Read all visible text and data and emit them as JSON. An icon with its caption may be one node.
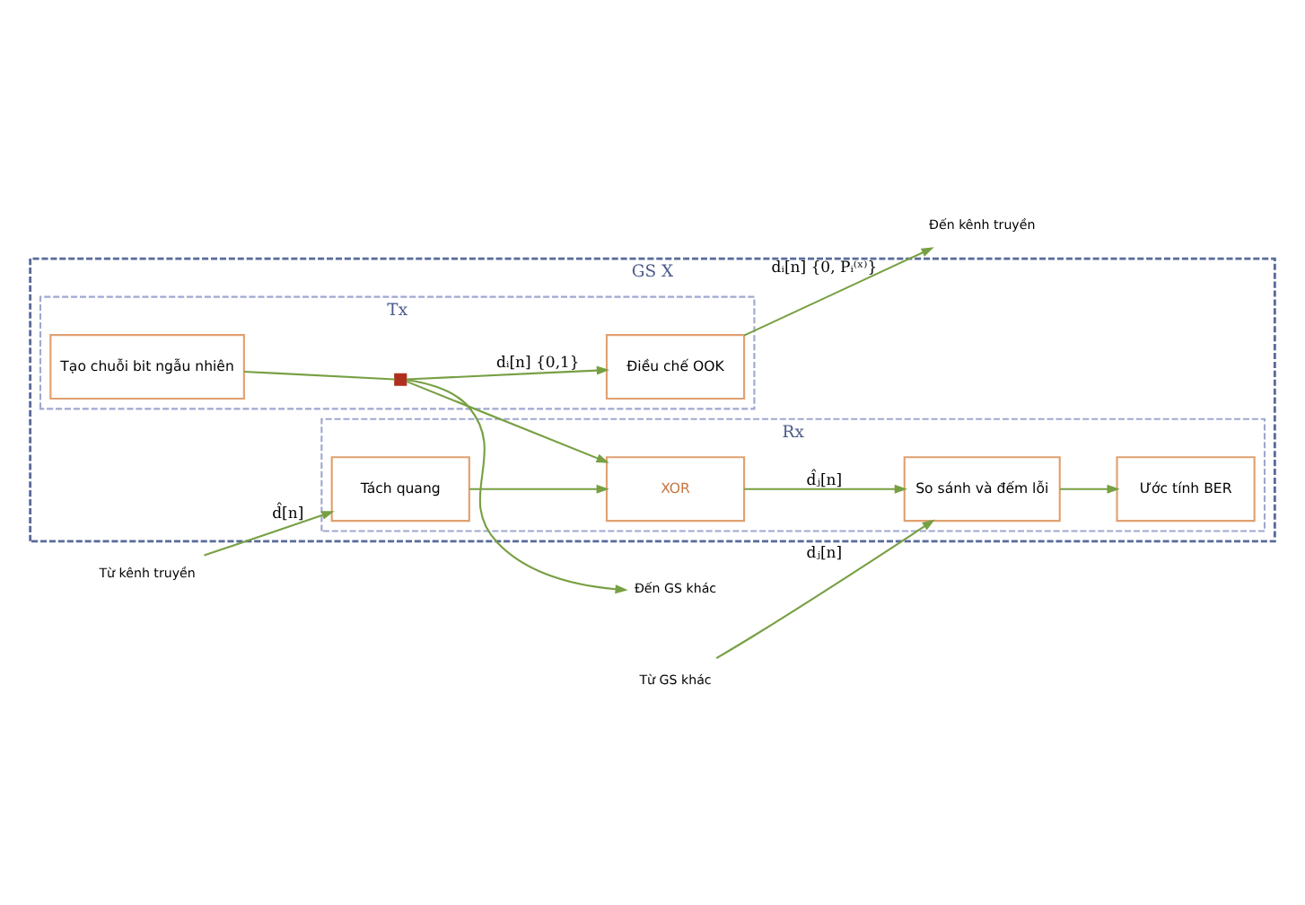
{
  "diagram": {
    "nodes": [
      {
        "text": [
          "GS X"
        ]
      },
      {
        "text": [
          "Tx"
        ],
        "in": 0
      },
      {
        "text": [
          "Tạo chuỗi bit ngẫu nhiên"
        ],
        "in": 1
      },
      {
        "text": [
          "Điều chế OOK"
        ],
        "in": 1
      },
      {
        "text": [
          "Rx"
        ],
        "in": 0
      },
      {
        "text": [
          "XOR"
        ],
        "in": 4
      },
      {
        "text": [
          "Tách quang"
        ],
        "in": 4
      },
      {
        "text": [
          "So sánh và đếm lỗi"
        ],
        "in": 4
      },
      {
        "text": [
          "Ước tính BER"
        ],
        "in": 4
      },
      {
        "text": [],
        "shape": "box",
        "in": 1
      },
      {
        "text": [
          "Đến kênh truyền"
        ]
      },
      {
        "text": [
          "Từ kênh truyền"
        ]
      },
      {
        "text": [
          "Từ GS khác"
        ]
      },
      {
        "text": [
          "Đến GS khác"
        ]
      }
    ],
    "edges": [
      {
        "from": 2,
        "to": 9,
        "arrow": "none"
      },
      {
        "from": 9,
        "to": 3,
        "arrow": "to",
        "label": "dᵢ[n] {0,1}"
      },
      {
        "from": 9,
        "to": 5,
        "arrow": "to"
      },
      {
        "from": 9,
        "to": 13,
        "arrow": "to"
      },
      {
        "from": 3,
        "to": 10,
        "arrow": "to",
        "label": "dᵢ[n] {0, Pᵢ⁽ˣ⁾}"
      },
      {
        "from": 11,
        "to": 6,
        "arrow": "to",
        "label": "d̂[n]"
      },
      {
        "from": 6,
        "to": 5,
        "arrow": "to"
      },
      {
        "from": 5,
        "to": 7,
        "arrow": "to",
        "label": "d̂ⱼ[n]"
      },
      {
        "from": 7,
        "to": 8,
        "arrow": "to"
      },
      {
        "from": 12,
        "to": 7,
        "arrow": "to",
        "label": "dⱼ[n]"
      }
    ]
  }
}
